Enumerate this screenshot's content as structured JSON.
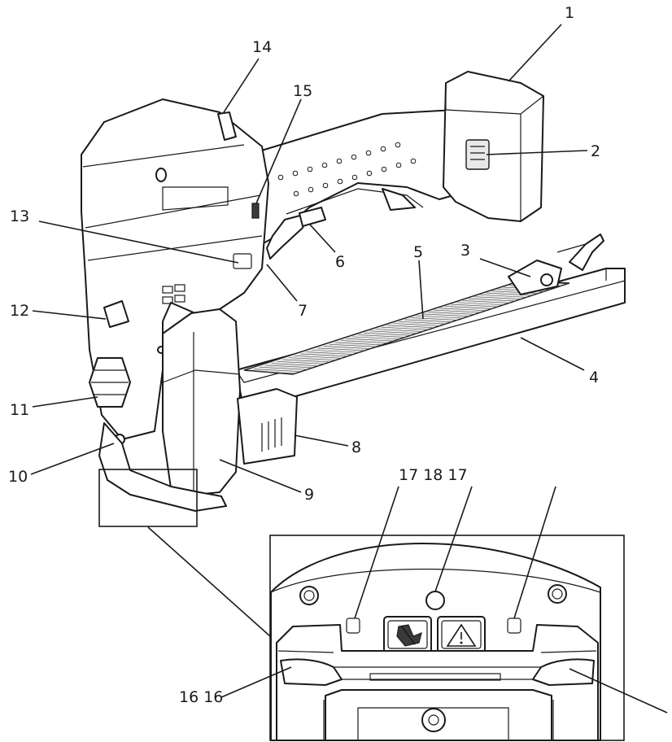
{
  "callouts": {
    "c1": "1",
    "c2": "2",
    "c3": "3",
    "c4": "4",
    "c5": "5",
    "c6": "6",
    "c7": "7",
    "c8": "8",
    "c9": "9",
    "c10": "10",
    "c11": "11",
    "c12": "12",
    "c13": "13",
    "c14": "14",
    "c15": "15",
    "detail_top_left": "17 18 17",
    "detail_left": "16 16"
  },
  "icons": {
    "hand_warning": "hand-injury-warning-icon",
    "caution": "caution-triangle-icon"
  },
  "colors": {
    "line": "#1a1a1a",
    "paper": "#ffffff"
  }
}
